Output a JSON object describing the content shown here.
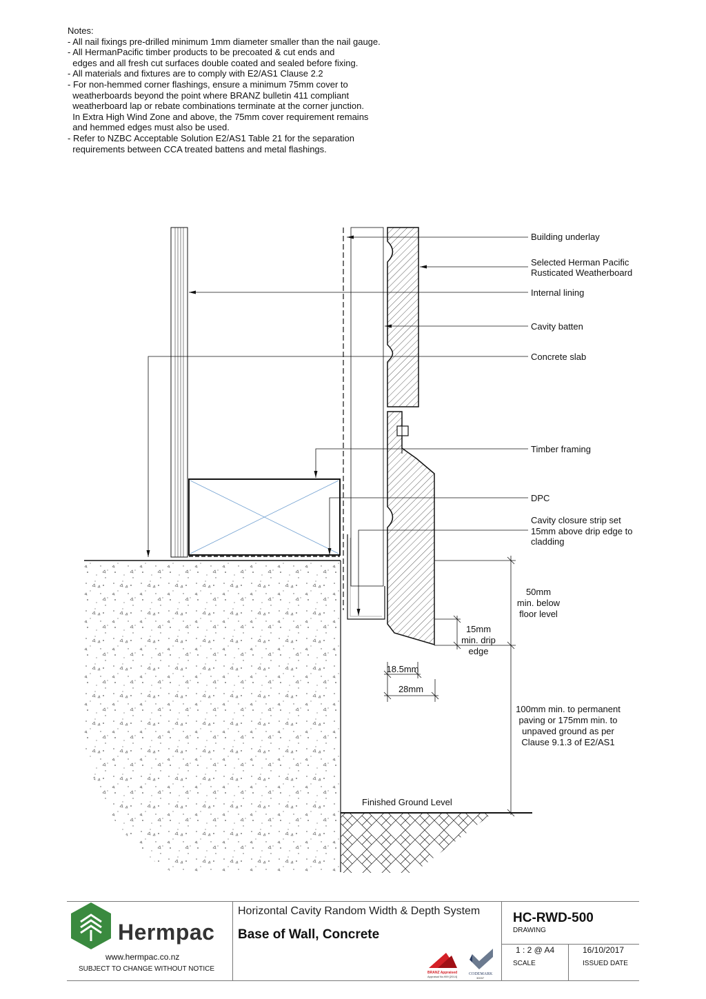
{
  "notes": [
    "Notes:",
    "- All nail fixings pre-drilled minimum 1mm diameter smaller than the nail gauge.",
    "- All HermanPacific timber products to be precoated & cut ends and",
    "  edges and all fresh cut surfaces double coated and sealed before fixing.",
    "- All materials and fixtures are to comply with E2/AS1 Clause 2.2",
    "- For non-hemmed corner flashings, ensure a minimum 75mm cover to",
    "  weatherboards beyond the point where BRANZ bulletin 411 compliant",
    "  weatherboard lap or rebate combinations terminate at the corner junction.",
    "  In Extra High Wind Zone and above, the 75mm cover requirement remains",
    "  and hemmed edges must also be used.",
    "- Refer to NZBC Acceptable Solution E2/AS1 Table 21 for the separation",
    "  requirements between CCA treated battens and metal flashings."
  ],
  "labels": {
    "building_underlay": "Building underlay",
    "weatherboard_1": "Selected Herman Pacific",
    "weatherboard_2": "Rusticated Weatherboard",
    "internal_lining": "Internal lining",
    "cavity_batten": "Cavity batten",
    "concrete_slab": "Concrete slab",
    "timber_framing": "Timber framing",
    "dpc": "DPC",
    "closure_1": "Cavity closure strip set",
    "closure_2": "15mm above drip edge to",
    "closure_3": "cladding",
    "finished_ground": "Finished Ground Level"
  },
  "dimensions": {
    "d50_1": "50mm",
    "d50_2": "min. below",
    "d50_3": "floor level",
    "d15_1": "15mm",
    "d15_2": "min. drip",
    "d15_3": "edge",
    "d18": "18.5mm",
    "d28": "28mm",
    "d100_1": "100mm min. to permanent",
    "d100_2": "paving or 175mm min. to",
    "d100_3": "unpaved ground as per",
    "d100_4": "Clause 9.1.3 of E2/AS1"
  },
  "title_block": {
    "brand": "Hermpac",
    "website": "www.hermpac.co.nz",
    "notice": "SUBJECT TO CHANGE WITHOUT NOTICE",
    "system": "Horizontal Cavity Random Width & Depth System",
    "title": "Base of Wall, Concrete",
    "code": "HC-RWD-500",
    "code_label": "DRAWING",
    "scale": "1 : 2 @ A4",
    "scale_label": "SCALE",
    "date": "16/10/2017",
    "date_label": "ISSUED DATE",
    "branz_text": "BRANZ Appraised",
    "branz_sub": "Appraisal No.959 [2014]",
    "codemark_text": "CODEMARK",
    "codemark_sub": "30037"
  },
  "colors": {
    "brand_green": "#3a8a3f",
    "branz_red": "#d42027",
    "line": "#111111",
    "block_cross": "#6f9fd0"
  }
}
